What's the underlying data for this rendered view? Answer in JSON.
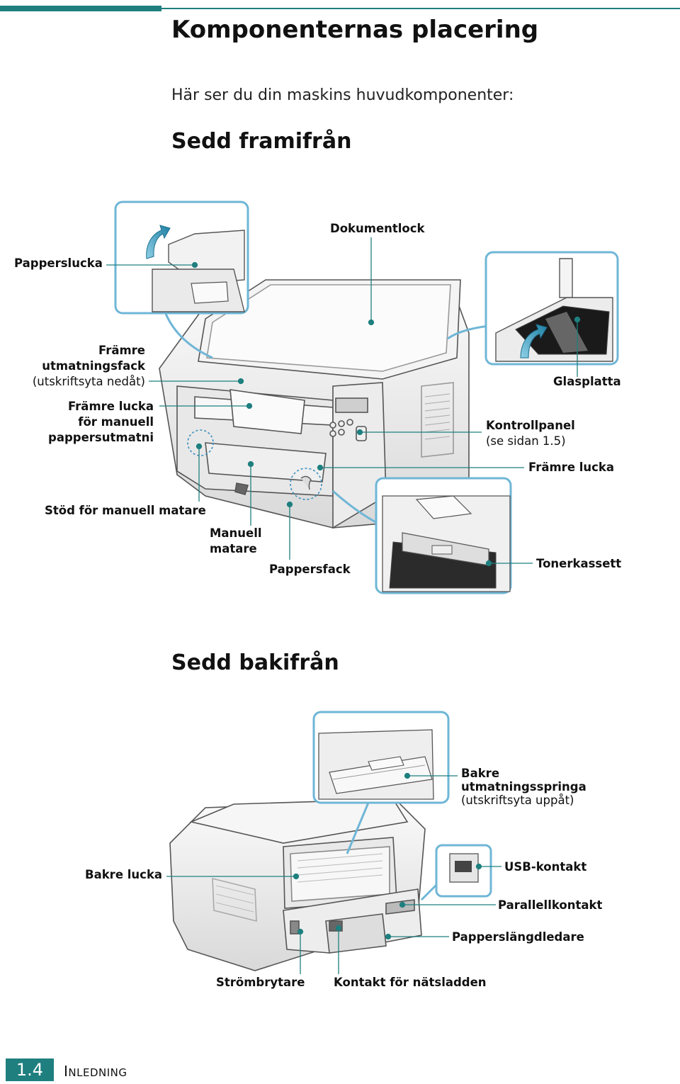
{
  "page": {
    "title": "Komponenternas placering",
    "intro": "Här ser du din maskins huvudkomponenter:"
  },
  "front": {
    "heading": "Sedd framifrån",
    "labels": {
      "dokumentlock": "Dokumentlock",
      "papperslucka": "Papperslucka",
      "framre_utmatningsfack_1": "Främre",
      "framre_utmatningsfack_2": "utmatningsfack",
      "framre_utmatningsfack_3": "(utskriftsyta nedåt)",
      "framre_lucka_manuell_1": "Främre lucka",
      "framre_lucka_manuell_2": "för manuell",
      "framre_lucka_manuell_3": "pappersutmatni",
      "glasplatta": "Glasplatta",
      "kontrollpanel_1": "Kontrollpanel",
      "kontrollpanel_2": "(se sidan 1.5)",
      "framre_lucka": "Främre lucka",
      "stod_manuell": "Stöd för manuell matare",
      "manuell_matare_1": "Manuell",
      "manuell_matare_2": "matare",
      "pappersfack": "Pappersfack",
      "tonerkassett": "Tonerkassett"
    }
  },
  "back": {
    "heading": "Sedd bakifrån",
    "labels": {
      "bakre_utmatning_1": "Bakre",
      "bakre_utmatning_2": "utmatningsspringa",
      "bakre_utmatning_3": "(utskriftsyta uppåt)",
      "bakre_lucka": "Bakre lucka",
      "usb": "USB-kontakt",
      "parallell": "Parallellkontakt",
      "papperslangd": "Papperslängdledare",
      "strombrytare": "Strömbrytare",
      "natsladd": "Kontakt för nätsladden"
    }
  },
  "footer": {
    "page_number": "1.4",
    "section_first": "I",
    "section_rest": "NLEDNING"
  },
  "colors": {
    "accent": "#1f7f7f",
    "callout_border": "#6fb6d6",
    "arrow": "#2a8fb0"
  }
}
